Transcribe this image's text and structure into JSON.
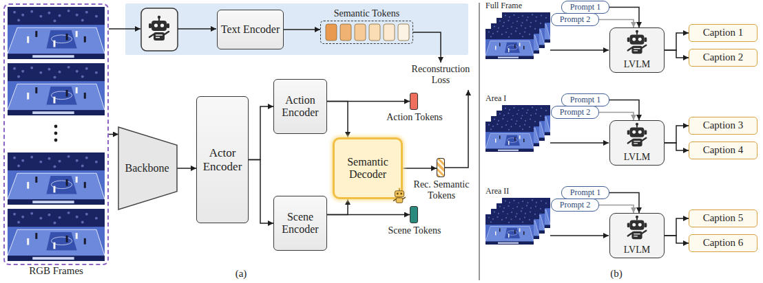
{
  "diagram": {
    "nodes": [
      {
        "text": [
          "RGB Frames"
        ]
      },
      {
        "text": [
          "Text Encoder"
        ]
      },
      {
        "text": [
          "Semantic Tokens"
        ]
      },
      {
        "text": [
          "Backbone"
        ]
      },
      {
        "text": [
          "Actor Encoder"
        ]
      },
      {
        "text": [
          "Action Encoder"
        ]
      },
      {
        "text": [
          "Action Tokens"
        ]
      },
      {
        "text": [
          "Semantic Decoder"
        ]
      },
      {
        "text": [
          "Rec. Semantic Tokens"
        ]
      },
      {
        "text": [
          "Scene Encoder"
        ]
      },
      {
        "text": [
          "Scene Tokens"
        ]
      },
      {
        "text": [
          "Prompt 1"
        ]
      },
      {
        "text": [
          "Prompt 2"
        ]
      },
      {
        "text": [
          "LVLM"
        ]
      },
      {
        "text": [
          "Caption 1"
        ]
      },
      {
        "text": [
          "Caption 2"
        ]
      },
      {
        "text": [
          "Prompt 1"
        ]
      },
      {
        "text": [
          "Prompt 2"
        ]
      },
      {
        "text": [
          "LVLM"
        ]
      },
      {
        "text": [
          "Caption 3"
        ]
      },
      {
        "text": [
          "Caption 4"
        ]
      },
      {
        "text": [
          "Prompt 1"
        ]
      },
      {
        "text": [
          "Prompt 2"
        ]
      },
      {
        "text": [
          "LVLM"
        ]
      },
      {
        "text": [
          "Caption 5"
        ]
      },
      {
        "text": [
          "Caption 6"
        ]
      }
    ],
    "edges": [
      {
        "from": 0,
        "to": 3,
        "arrow": "to"
      },
      {
        "from": 1,
        "to": 2,
        "arrow": "to"
      },
      {
        "from": 3,
        "to": 4,
        "arrow": "to"
      },
      {
        "from": 4,
        "to": 5,
        "arrow": "to"
      },
      {
        "from": 4,
        "to": 9,
        "arrow": "to"
      },
      {
        "from": 5,
        "to": 6,
        "arrow": "to"
      },
      {
        "from": 5,
        "to": 7,
        "arrow": "to"
      },
      {
        "from": 9,
        "to": 10,
        "arrow": "to"
      },
      {
        "from": 9,
        "to": 7,
        "arrow": "to"
      },
      {
        "from": 7,
        "to": 8,
        "arrow": "to"
      },
      {
        "from": 11,
        "to": 13,
        "arrow": "to"
      },
      {
        "from": 12,
        "to": 13,
        "arrow": "to"
      },
      {
        "from": 13,
        "to": 14,
        "arrow": "to"
      },
      {
        "from": 13,
        "to": 15,
        "arrow": "to"
      },
      {
        "from": 16,
        "to": 18,
        "arrow": "to"
      },
      {
        "from": 17,
        "to": 18,
        "arrow": "to"
      },
      {
        "from": 18,
        "to": 19,
        "arrow": "to"
      },
      {
        "from": 18,
        "to": 20,
        "arrow": "to"
      },
      {
        "from": 21,
        "to": 23,
        "arrow": "to"
      },
      {
        "from": 22,
        "to": 23,
        "arrow": "to"
      },
      {
        "from": 23,
        "to": 24,
        "arrow": "to"
      },
      {
        "from": 23,
        "to": 25,
        "arrow": "to"
      }
    ],
    "labels": [
      "Reconstruction Loss",
      "(a)",
      "Full Frame",
      "Area I",
      "Area II",
      "(b)"
    ]
  }
}
